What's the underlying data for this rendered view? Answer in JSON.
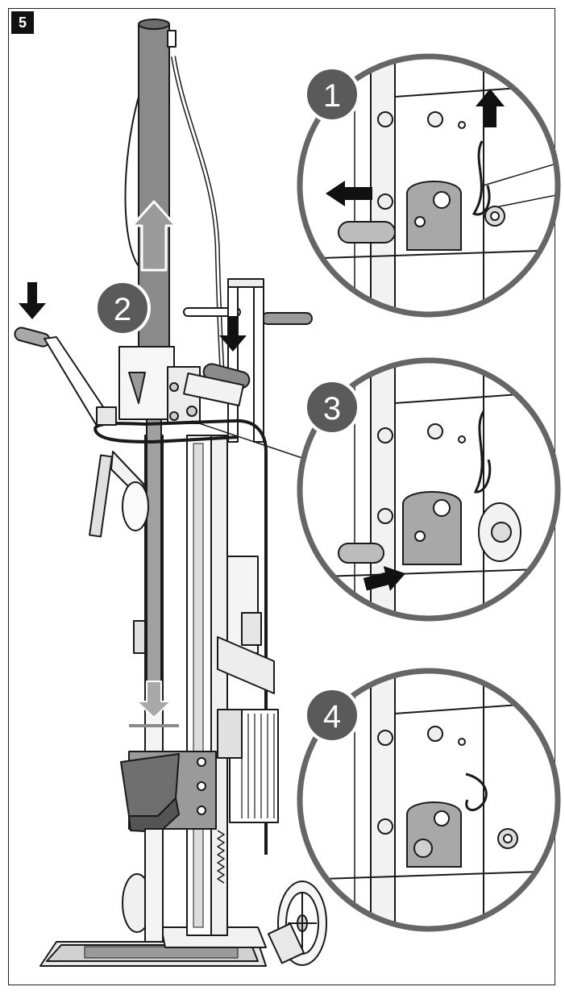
{
  "figure": {
    "number": "5"
  },
  "steps": [
    {
      "label": "1"
    },
    {
      "label": "2"
    },
    {
      "label": "3"
    },
    {
      "label": "4"
    }
  ],
  "colors": {
    "line": "#1a1a1a",
    "metal": "#c8c8c8",
    "column": "#8a8a8a",
    "badge": "#5a5a5a",
    "arrow_dark": "#111111",
    "arrow_gray": "#888888"
  }
}
